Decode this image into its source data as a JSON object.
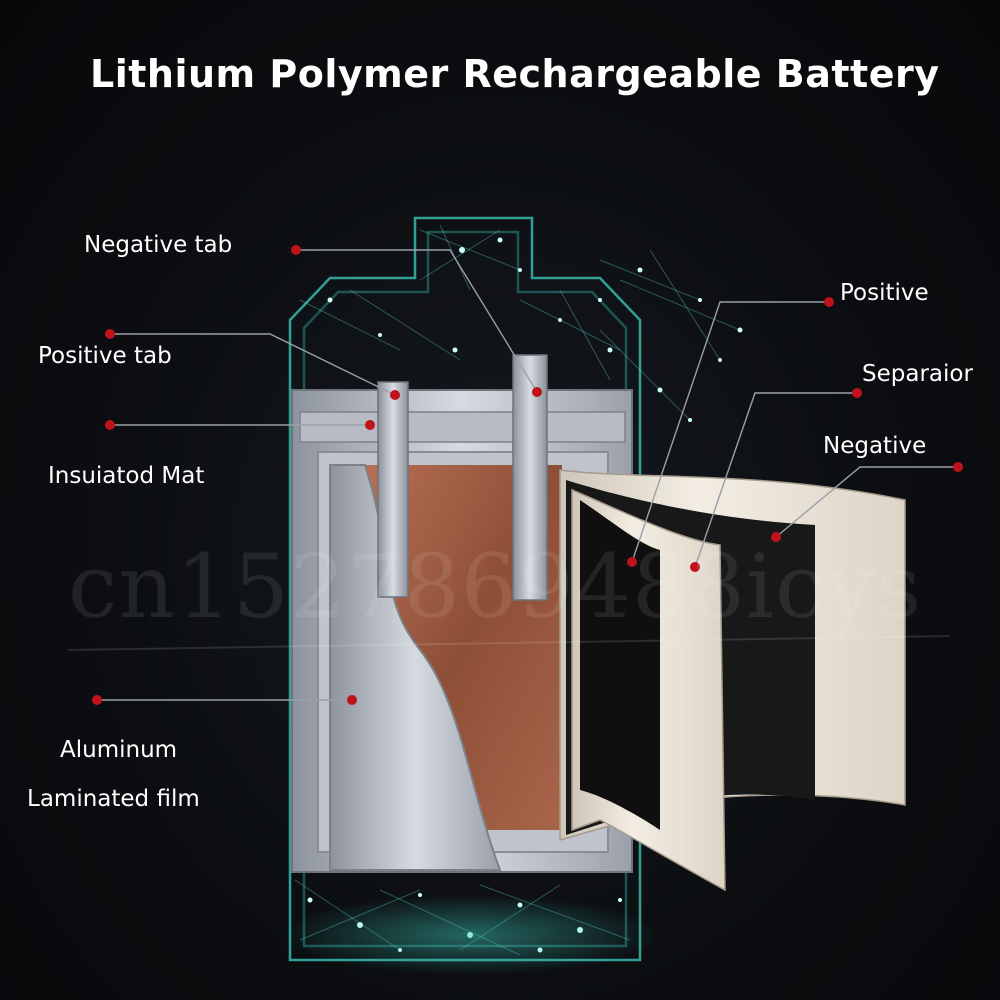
{
  "title": "Lithium Polymer Rechargeable Battery",
  "labels": {
    "negative_tab": "Negative tab",
    "positive_tab": "Positive tab",
    "insulated_mat": "Insuiatod Mat",
    "aluminum": "Aluminum",
    "laminated_film": "Laminated film",
    "positive": "Positive",
    "separator": "Separaior",
    "negative": "Negative"
  },
  "watermark": "cn1527869488icys",
  "colors": {
    "background": "#0b0d10",
    "marker": "#c0121a",
    "network": "#3fd1c0",
    "casing": "#c8ccd4",
    "copper": "#9a5a3e",
    "separator": "#efe7da",
    "electrode": "#151515"
  }
}
